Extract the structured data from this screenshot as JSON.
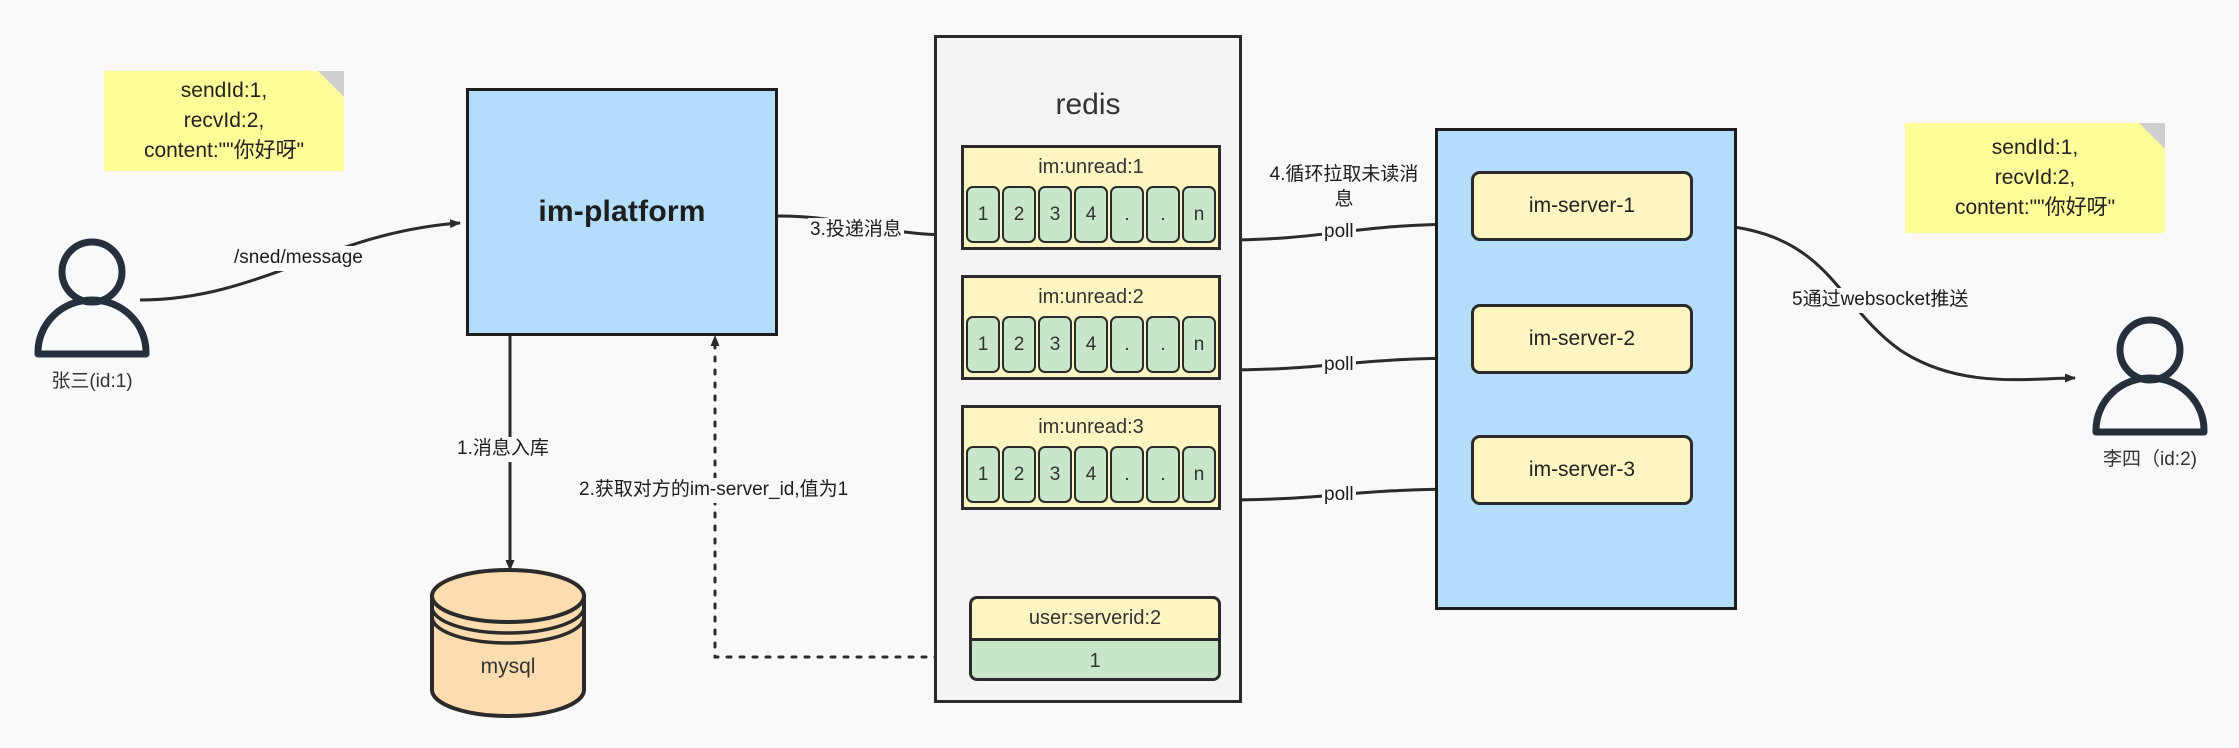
{
  "diagram": {
    "title_note_text": "sendId:1,\nrecvId:2,\ncontent:\"\"你好呀\"",
    "platform": {
      "label": "im-platform"
    },
    "database": {
      "label": "mysql"
    },
    "redis": {
      "title": "redis",
      "lists": [
        {
          "key": "im:unread:1",
          "cells": [
            "1",
            "2",
            "3",
            "4",
            ".",
            ".",
            "n"
          ]
        },
        {
          "key": "im:unread:2",
          "cells": [
            "1",
            "2",
            "3",
            "4",
            ".",
            ".",
            "n"
          ]
        },
        {
          "key": "im:unread:3",
          "cells": [
            "1",
            "2",
            "3",
            "4",
            ".",
            ".",
            "n"
          ]
        }
      ],
      "kv": {
        "key": "user:serverid:2",
        "value": "1"
      }
    },
    "servers": [
      {
        "label": "im-server-1"
      },
      {
        "label": "im-server-2"
      },
      {
        "label": "im-server-3"
      }
    ],
    "actors": {
      "sender": {
        "label": "张三(id:1)"
      },
      "receiver": {
        "label": "李四（id:2)"
      }
    },
    "edges": {
      "send_api": "/sned/message",
      "step1": "1.消息入库",
      "step2": "2.获取对方的im-server_id,值为1",
      "step3": "3.投递消息",
      "step4": "4.循环拉取未读消\n息",
      "step5": "5通过websocket推送",
      "poll1": "poll",
      "poll2": "poll",
      "poll3": "poll"
    },
    "colors": {
      "blue": "#b3ddfb",
      "yellow": "#fdf6c3",
      "note_yellow": "#ffff99",
      "green": "#c8e6c9",
      "orange": "#fdddb0",
      "stroke": "#1d1d1d",
      "background": "#f9f9f9"
    }
  }
}
